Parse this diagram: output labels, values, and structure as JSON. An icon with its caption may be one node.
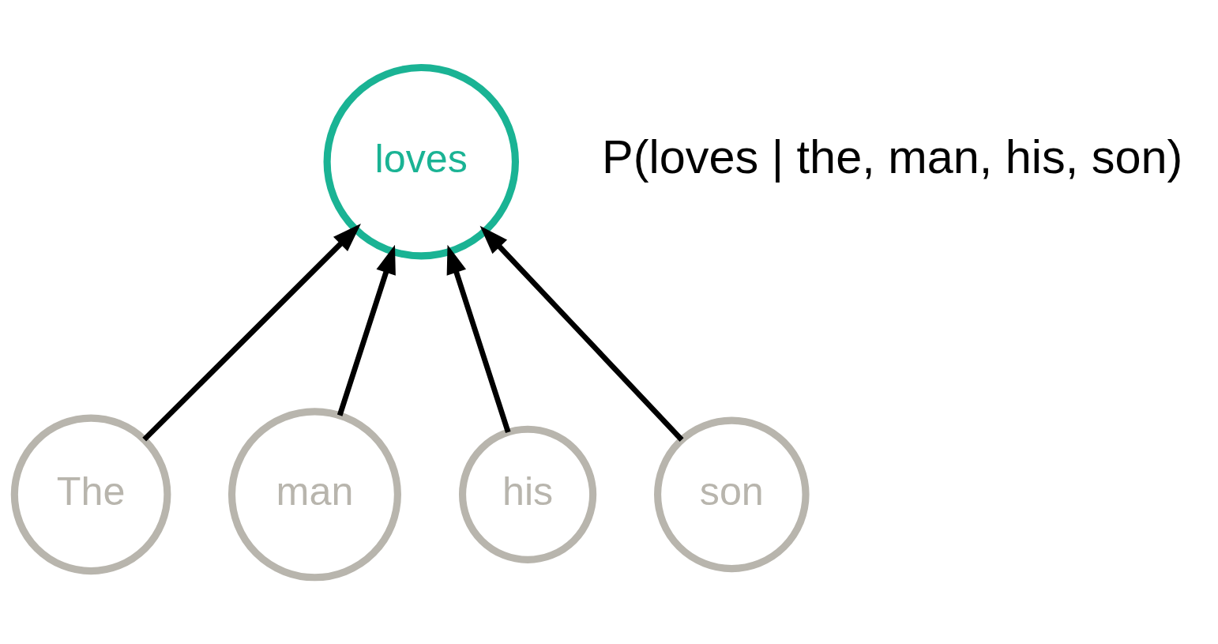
{
  "diagram": {
    "nodes": [
      {
        "text": [
          "loves"
        ]
      },
      {
        "text": [
          "The"
        ]
      },
      {
        "text": [
          "man"
        ]
      },
      {
        "text": [
          "his"
        ]
      },
      {
        "text": [
          "son"
        ]
      }
    ],
    "edges": [
      {
        "from": 1,
        "to": 0,
        "arrow": "to"
      },
      {
        "from": 2,
        "to": 0,
        "arrow": "to"
      },
      {
        "from": 3,
        "to": 0,
        "arrow": "to"
      },
      {
        "from": 4,
        "to": 0,
        "arrow": "to"
      }
    ],
    "labels": [
      "P(loves | the, man, his, son)"
    ]
  }
}
